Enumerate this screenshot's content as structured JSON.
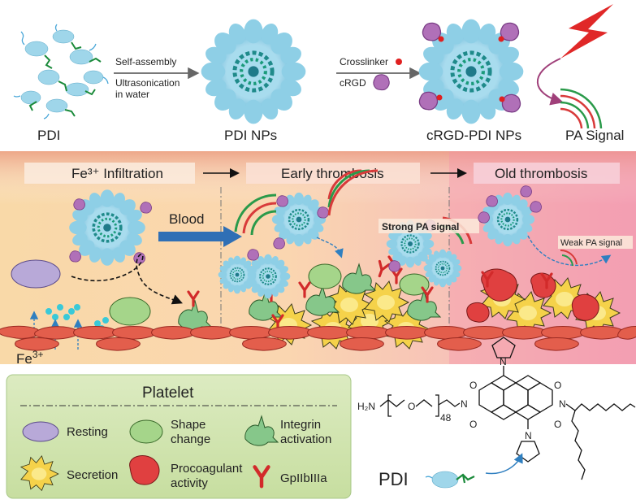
{
  "top": {
    "pdi_label": "PDI",
    "step1_line1": "Self-assembly",
    "step1_line2": "Ultrasonication",
    "step1_line3": "in water",
    "pdi_nps_label": "PDI NPs",
    "crosslinker_label": "Crosslinker",
    "crgd_label": "cRGD",
    "crgd_pdi_nps_label": "cRGD-PDI NPs",
    "pa_signal_label": "PA Signal"
  },
  "middle": {
    "fe_infiltration": "Fe³⁺ Infiltration",
    "early_thrombosis": "Early thrombosis",
    "old_thrombosis": "Old thrombosis",
    "blood_label": "Blood",
    "strong_pa": "Strong PA signal",
    "weak_pa": "Weak PA signal",
    "fe_label": "Fe",
    "fe_sup": "3+"
  },
  "legend": {
    "title": "Platelet",
    "items": [
      "Resting",
      "Shape change",
      "Integrin activation",
      "Secretion",
      "Procoagulant activity",
      "GpIIbIIIa"
    ],
    "shape_change_1": "Shape",
    "shape_change_2": "change",
    "integrin_1": "Integrin",
    "integrin_2": "activation",
    "procoag_1": "Procoagulant",
    "procoag_2": "activity"
  },
  "structure": {
    "h2n": "H₂N",
    "o": "O",
    "n48": "48",
    "pdi_label": "PDI"
  },
  "colors": {
    "np_core": "#1f8a8a",
    "np_shell": "#9fd6ea",
    "crgd": "#b070b8",
    "red_dot": "#e02020",
    "vessel": "#e05a4a",
    "legend_bg": "#d5e7b6",
    "arrow_blue": "#2f6fb5"
  }
}
